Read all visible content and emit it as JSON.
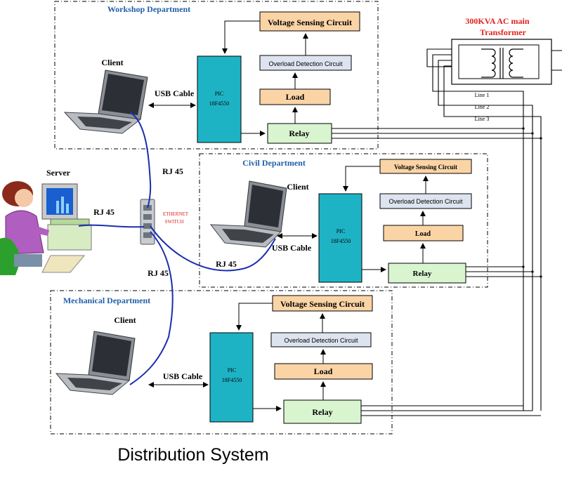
{
  "title": "Distribution System",
  "transformer": {
    "label_line1": "300KVA AC main",
    "label_line2": "Transformer",
    "lines": [
      "Line 1",
      "Line 2",
      "Line 3"
    ]
  },
  "server": {
    "label": "Server",
    "rj45_label": "RJ 45"
  },
  "switch": {
    "label_line1": "ETHERNET",
    "label_line2": "SWITCH"
  },
  "departments": [
    {
      "name": "Workshop Department",
      "client_label": "Client",
      "usb_label": "USB Cable",
      "rj45_label": "RJ 45",
      "pic_line1": "PIC",
      "pic_line2": "18F4550",
      "voltage_label": "Voltage Sensing Circuit",
      "overload_label": "Overload Detection Circuit",
      "load_label": "Load",
      "relay_label": "Relay"
    },
    {
      "name": "Civil Department",
      "client_label": "Client",
      "usb_label": "USB Cable",
      "rj45_label": "RJ 45",
      "pic_line1": "PIC",
      "pic_line2": "18F4550",
      "voltage_label": "Voltage Sensing Circuit",
      "overload_label": "Overload Detection Circuit",
      "load_label": "Load",
      "relay_label": "Relay"
    },
    {
      "name": "Mechanical  Department",
      "client_label": "Client",
      "usb_label": "USB Cable",
      "rj45_label": "RJ 45",
      "pic_line1": "PIC",
      "pic_line2": "18F4550",
      "voltage_label": "Voltage Sensing Circuit",
      "overload_label": "Overload Detection Circuit",
      "load_label": "Load",
      "relay_label": "Relay"
    }
  ],
  "colors": {
    "pic": "#1eb3c4",
    "voltage": "#fbd4a6",
    "overload": "#dde4ef",
    "load": "#fbd4a6",
    "relay": "#d9f5d0",
    "cable": "#1a2fb0",
    "dept_title": "#1f5fa8",
    "transformer_title": "#e0211c"
  }
}
